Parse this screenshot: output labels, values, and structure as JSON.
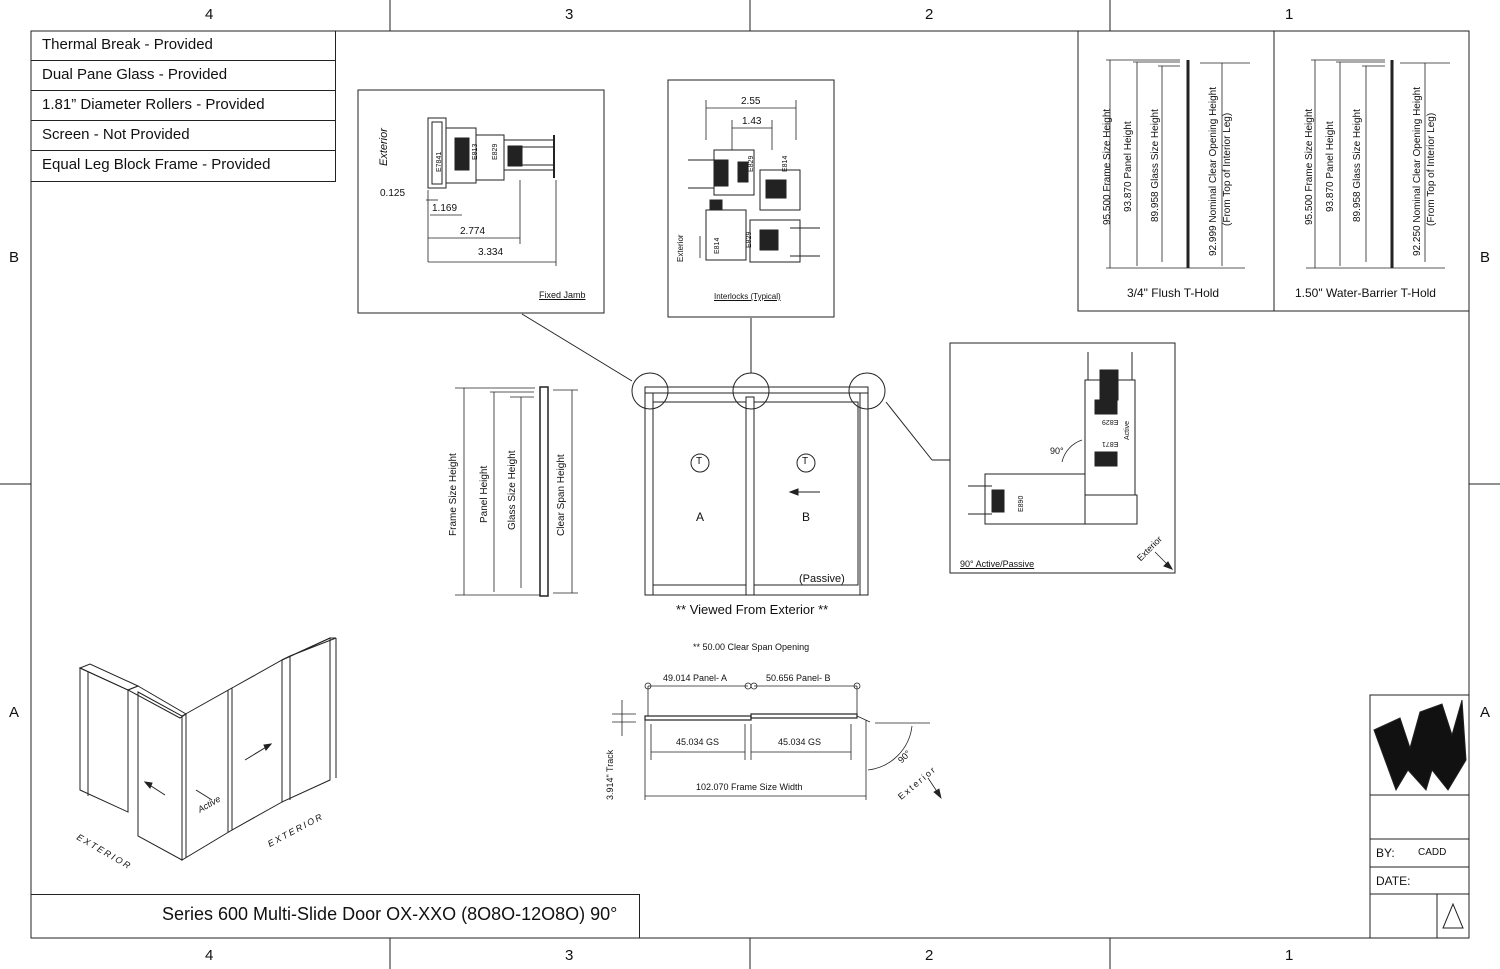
{
  "zones": {
    "top": [
      "4",
      "3",
      "2",
      "1"
    ],
    "bottom": [
      "4",
      "3",
      "2",
      "1"
    ],
    "left": [
      "B",
      "A"
    ],
    "right": [
      "B",
      "A"
    ]
  },
  "notes": [
    "Thermal Break - Provided",
    "Dual Pane Glass - Provided",
    "1.81” Diameter Rollers - Provided",
    "Screen - Not Provided",
    "Equal Leg Block Frame - Provided"
  ],
  "fixed_jamb": {
    "caption": "Fixed Jamb",
    "exterior": "Exterior",
    "parts": [
      "E7841",
      "E813",
      "E829"
    ],
    "dims": [
      "0.125",
      "1.169",
      "2.774",
      "3.334"
    ]
  },
  "interlocks": {
    "caption": "Interlocks (Typical)",
    "exterior": "Exterior",
    "dims": [
      "2.55",
      "1.43"
    ],
    "parts": [
      "E829",
      "E814",
      "E814",
      "E829"
    ]
  },
  "thresholds": {
    "flush": {
      "caption": "3/4\" Flush T-Hold",
      "labels": [
        "95.500 Frame Size Height",
        "93.870 Panel Height",
        "89.958 Glass Size Height",
        "92.999 Nominal Clear Opening Height",
        "(From Top of Interior Leg)"
      ]
    },
    "water": {
      "caption": "1.50\" Water-Barrier T-Hold",
      "labels": [
        "95.500 Frame Size Height",
        "93.870 Panel Height",
        "89.958 Glass Size Height",
        "92.250 Nominal Clear Opening Height",
        "(From Top of Interior Leg)"
      ]
    }
  },
  "section": {
    "labels": [
      "Frame Size Height",
      "Panel Height",
      "Glass Size Height",
      "Clear Span Height"
    ]
  },
  "elevation": {
    "panel_a": "A",
    "panel_b": "B",
    "t_mark": "T",
    "passive": "(Passive)",
    "viewed": "** Viewed From Exterior **"
  },
  "corner": {
    "caption": "90° Active/Passive",
    "angle": "90°",
    "exterior": "Exterior",
    "active": "Active",
    "parts": [
      "E829",
      "E871",
      "E890"
    ]
  },
  "plan": {
    "clear_span": "** 50.00 Clear Span Opening",
    "panel_a": "49.014 Panel- A",
    "panel_b": "50.656 Panel- B",
    "gs_a": "45.034 GS",
    "gs_b": "45.034 GS",
    "frame_width": "102.070 Frame Size Width",
    "track": "3.914\" Track",
    "angle": "90°",
    "exterior": "Exterior"
  },
  "iso": {
    "exterior_left": "EXTERIOR",
    "exterior_right": "EXTERIOR",
    "active": "Active"
  },
  "title_block": {
    "by_label": "BY:",
    "by_value": "CADD",
    "date_label": "DATE:"
  },
  "title": "Series 600 Multi-Slide Door OX-XXO (8O8O-12O8O) 90°"
}
